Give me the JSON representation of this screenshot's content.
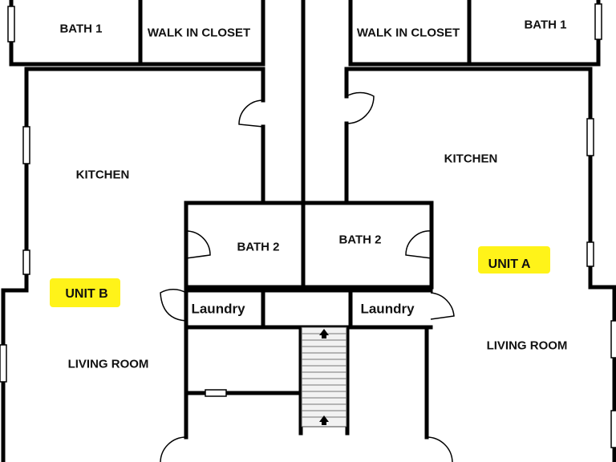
{
  "rooms": {
    "bath1_left": "BATH 1",
    "closet_left": "WALK IN CLOSET",
    "closet_right": "WALK IN CLOSET",
    "bath1_right": "BATH 1",
    "kitchen_left": "KITCHEN",
    "kitchen_right": "KITCHEN",
    "bath2_left": "BATH 2",
    "bath2_right": "BATH 2",
    "laundry_left": "Laundry",
    "laundry_right": "Laundry",
    "living_left": "LIVING ROOM",
    "living_right": "LIVING ROOM"
  },
  "units": {
    "unit_b": "UNIT B",
    "unit_a": "UNIT A"
  },
  "colors": {
    "wall": "#000000",
    "highlight": "#fff200",
    "background": "#ffffff"
  }
}
